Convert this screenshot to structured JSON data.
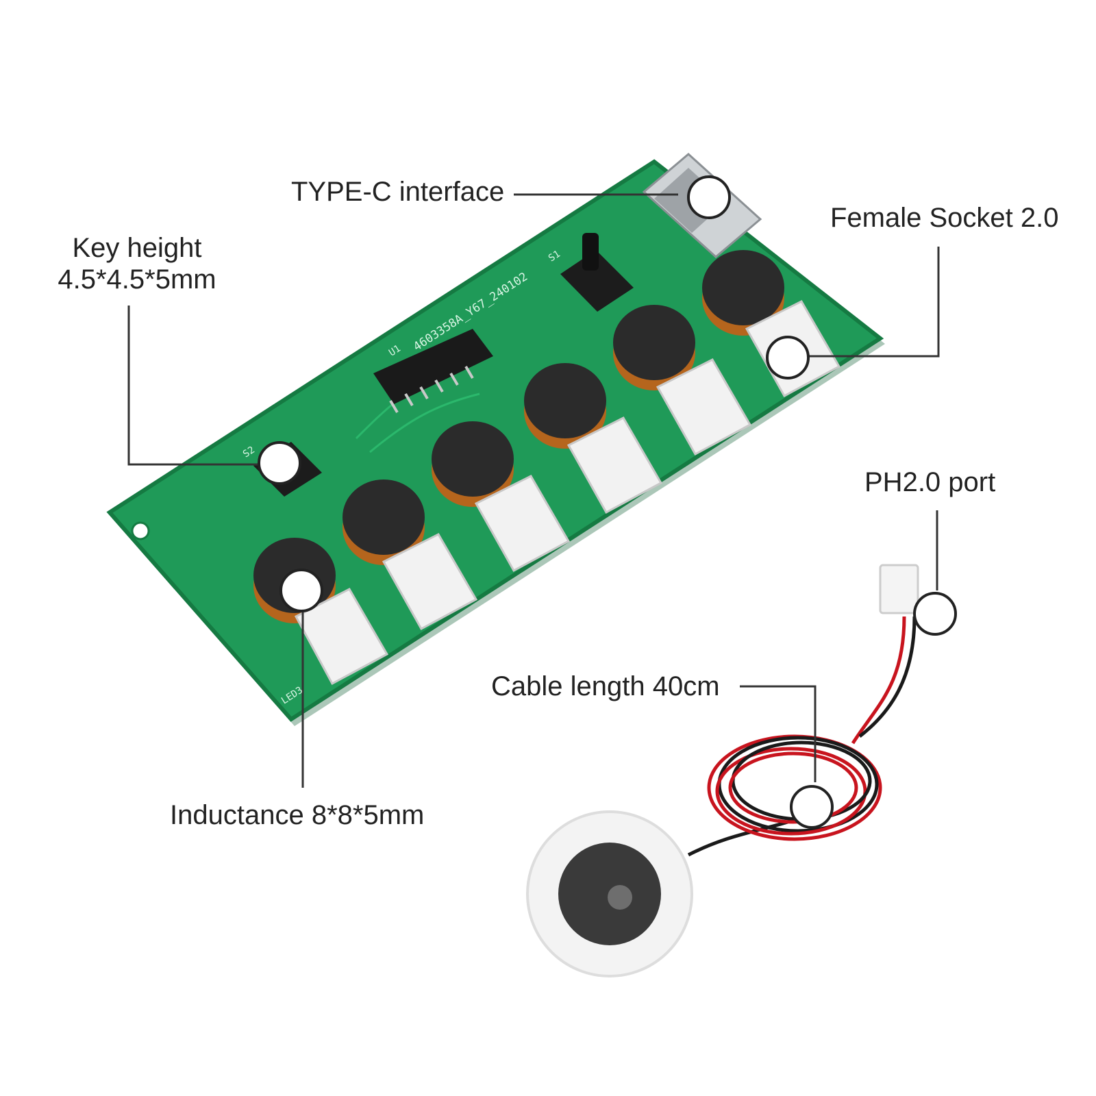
{
  "callouts": {
    "typec": "TYPE-C interface",
    "female_socket": "Female Socket 2.0",
    "key_height_line1": "Key height",
    "key_height_line2": "4.5*4.5*5mm",
    "ph_port": "PH2.0 port",
    "cable_length": "Cable length 40cm",
    "inductance": "Inductance 8*8*5mm"
  },
  "pcb_silkscreen": {
    "board_code": "4603358A_Y67_240102",
    "chip_ref": "U1",
    "switch_refs": [
      "S1",
      "S2"
    ],
    "led_ref": "LED3"
  },
  "colors": {
    "pcb_green": "#1f9a58",
    "pcb_edge": "#157a42",
    "connector_white": "#f2f2f2",
    "inductor_black": "#2b2b2b",
    "copper": "#b5651d",
    "wire_red": "#c8141e",
    "wire_black": "#1a1a1a",
    "callout_line": "#333333"
  }
}
